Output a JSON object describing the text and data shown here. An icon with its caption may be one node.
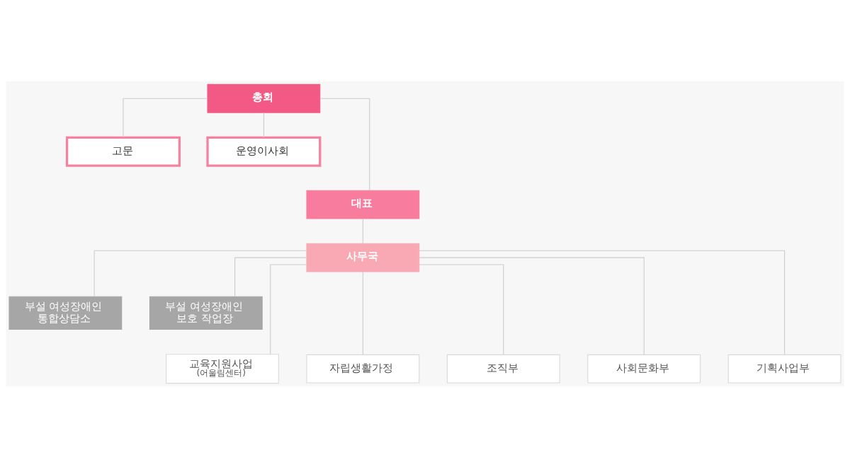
{
  "diagram": {
    "nodes": [
      {
        "text": [
          "총회"
        ]
      },
      {
        "text": [
          "고문"
        ]
      },
      {
        "text": [
          "운영이사회"
        ]
      },
      {
        "text": [
          "대표"
        ]
      },
      {
        "text": [
          "사무국"
        ]
      },
      {
        "text": [
          "부설 여성장애인 통합상담소"
        ]
      },
      {
        "text": [
          "부설 여성장애인 보호 작업장"
        ]
      },
      {
        "text": [
          "교육지원사업",
          "(어울림센터)"
        ]
      },
      {
        "text": [
          "자립생활가정"
        ]
      },
      {
        "text": [
          "조직부"
        ]
      },
      {
        "text": [
          "사회문화부"
        ]
      },
      {
        "text": [
          "기획사업부"
        ]
      }
    ],
    "edges": [
      {
        "from": 0,
        "to": 1,
        "arrow": "none"
      },
      {
        "from": 0,
        "to": 2,
        "arrow": "none"
      },
      {
        "from": 0,
        "to": 3,
        "arrow": "none"
      },
      {
        "from": 3,
        "to": 4,
        "arrow": "none"
      },
      {
        "from": 4,
        "to": 5,
        "arrow": "none"
      },
      {
        "from": 4,
        "to": 6,
        "arrow": "none"
      },
      {
        "from": 4,
        "to": 7,
        "arrow": "none"
      },
      {
        "from": 4,
        "to": 8,
        "arrow": "none"
      },
      {
        "from": 4,
        "to": 9,
        "arrow": "none"
      },
      {
        "from": 4,
        "to": 10,
        "arrow": "none"
      },
      {
        "from": 4,
        "to": 11,
        "arrow": "none"
      }
    ]
  }
}
